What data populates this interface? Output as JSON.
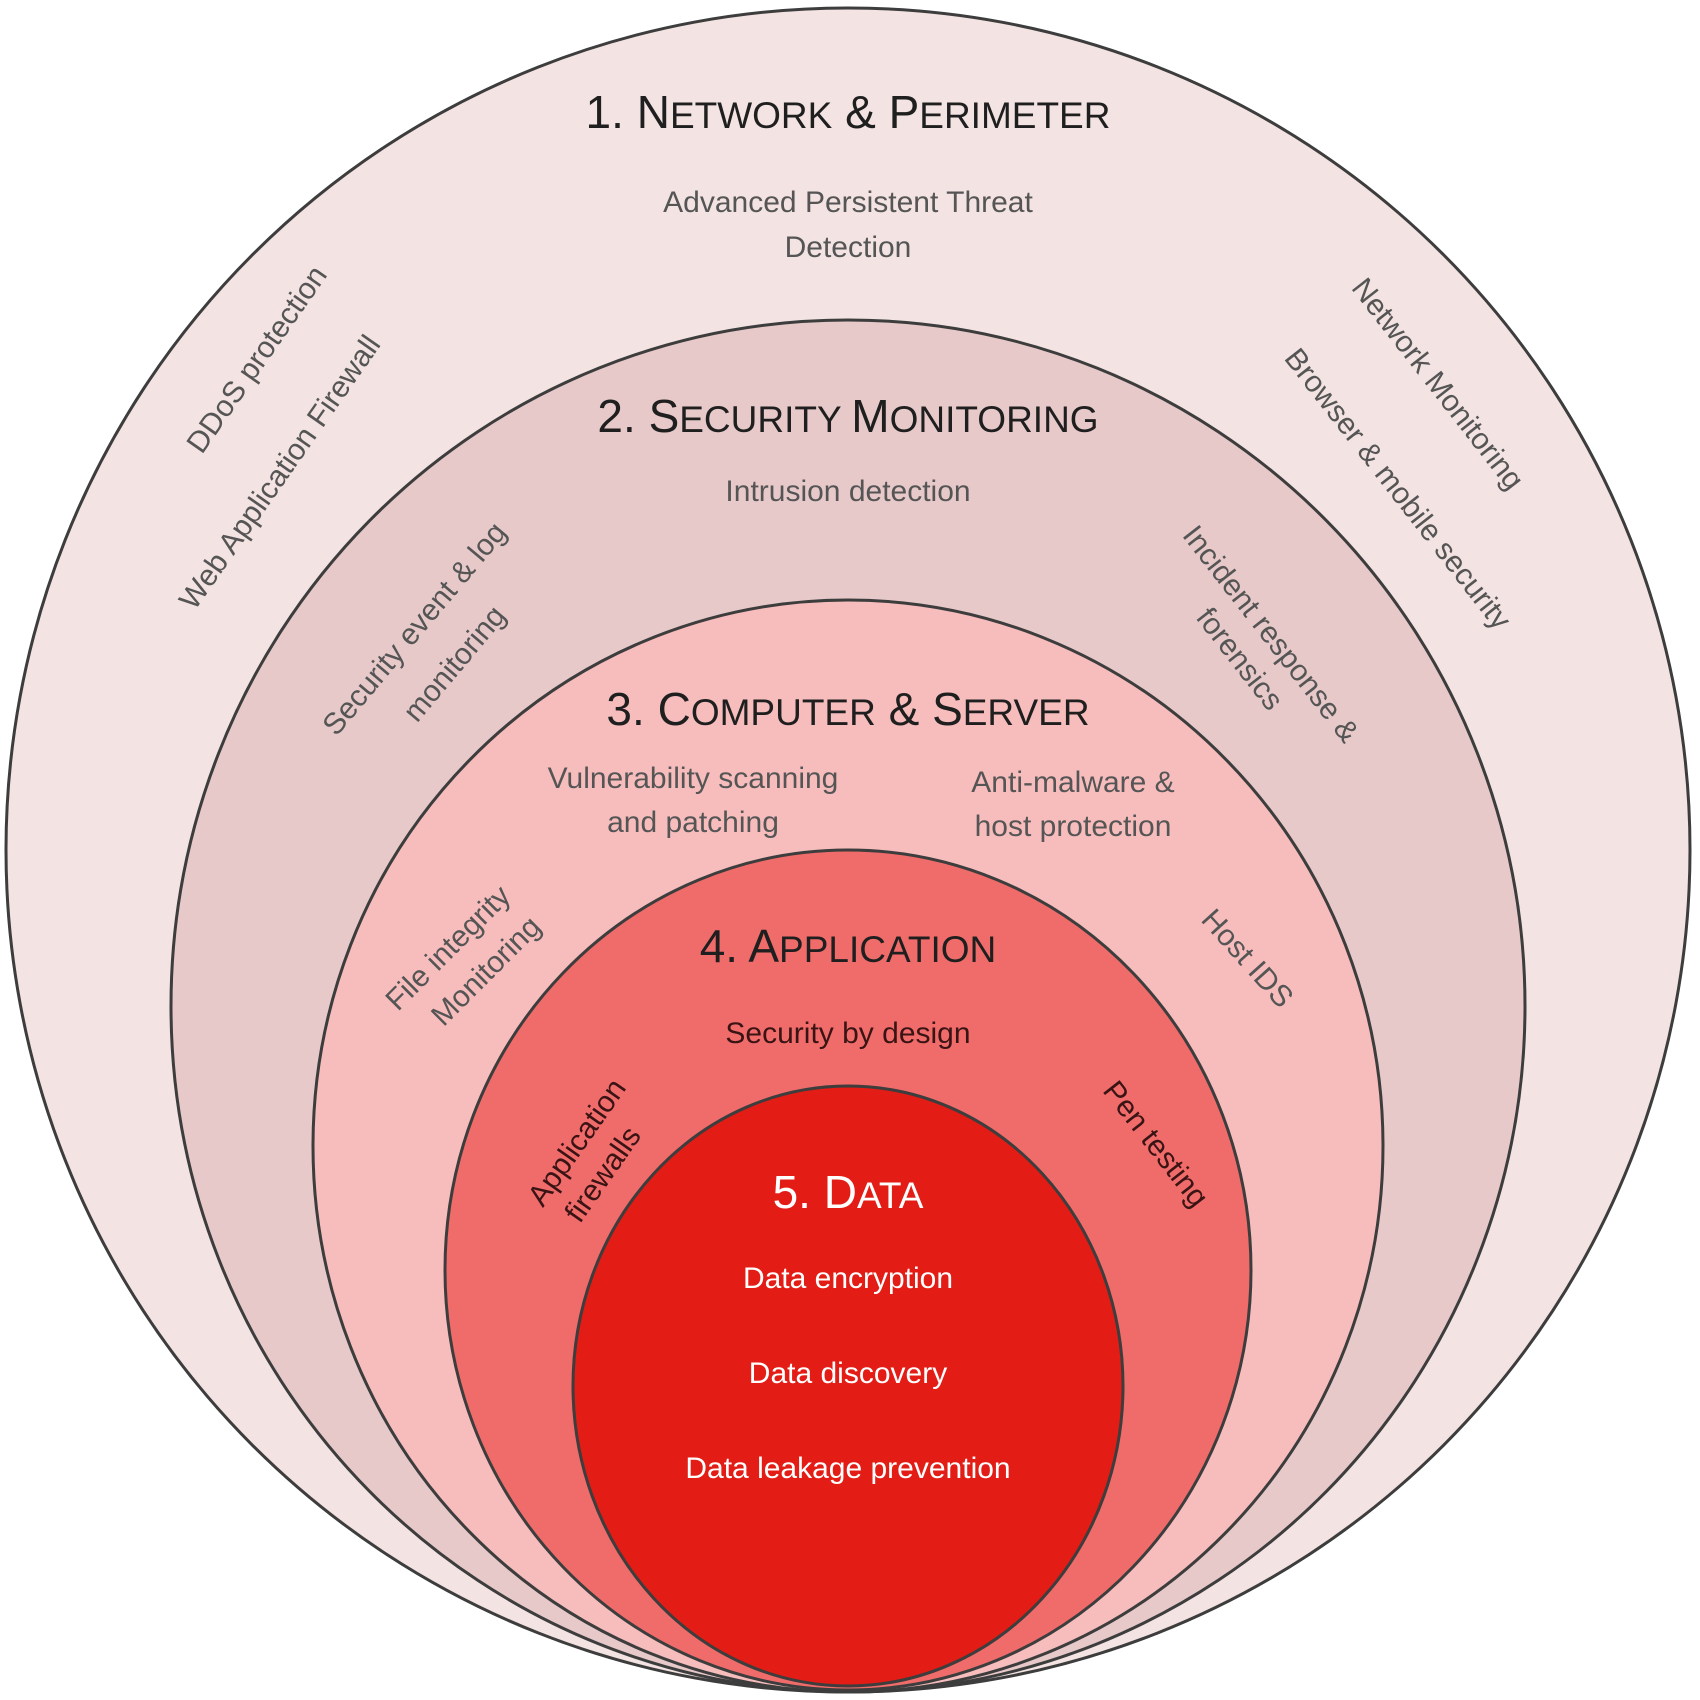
{
  "colors": {
    "layer1_fill": "#f3e3e2",
    "layer2_fill": "#e8c9c9",
    "layer3_fill": "#f7bdbd",
    "layer4_fill": "#f06c6a",
    "layer5_fill": "#e31c16",
    "outline": "#3d3d3d",
    "text_gray": "#555555",
    "text_dark": "#1f1f1f",
    "text_white": "#ffffff"
  },
  "layers": [
    {
      "number": "1. ",
      "title_first": "N",
      "title_rest": "ETWORK",
      "title_amp": " & ",
      "title_second": "P",
      "title_second_rest": "ERIMETER",
      "items": {
        "top_line1": "Advanced Persistent Threat",
        "top_line2": "Detection",
        "left_outer": "DDoS protection",
        "left_inner": "Web Application Firewall",
        "right_outer": "Network Monitoring",
        "right_inner": "Browser & mobile security"
      }
    },
    {
      "number": "2. ",
      "title_first": "S",
      "title_rest": "ECURITY ",
      "title_second": "M",
      "title_second_rest": "ONITORING",
      "items": {
        "top": "Intrusion detection",
        "left_line1": "Security event & log",
        "left_line2": "monitoring",
        "right_line1": "Incident response &",
        "right_line2": "forensics"
      }
    },
    {
      "number": "3. ",
      "title_first": "C",
      "title_rest": "OMPUTER",
      "title_amp": " & ",
      "title_second": "S",
      "title_second_rest": "ERVER",
      "items": {
        "left_top_line1": "Vulnerability scanning",
        "left_top_line2": "and patching",
        "right_top_line1": "Anti-malware &",
        "right_top_line2": "host protection",
        "left_line1": "File integrity",
        "left_line2": "Monitoring",
        "right": "Host IDS"
      }
    },
    {
      "number": "4. ",
      "title_first": "A",
      "title_rest": "PPLICATION",
      "items": {
        "top": "Security by design",
        "left_line1": "Application",
        "left_line2": "firewalls",
        "right": "Pen testing"
      }
    },
    {
      "number": "5. ",
      "title_first": "D",
      "title_rest": "ATA",
      "items": {
        "line1": "Data encryption",
        "line2": "Data discovery",
        "line3": "Data leakage prevention"
      }
    }
  ]
}
